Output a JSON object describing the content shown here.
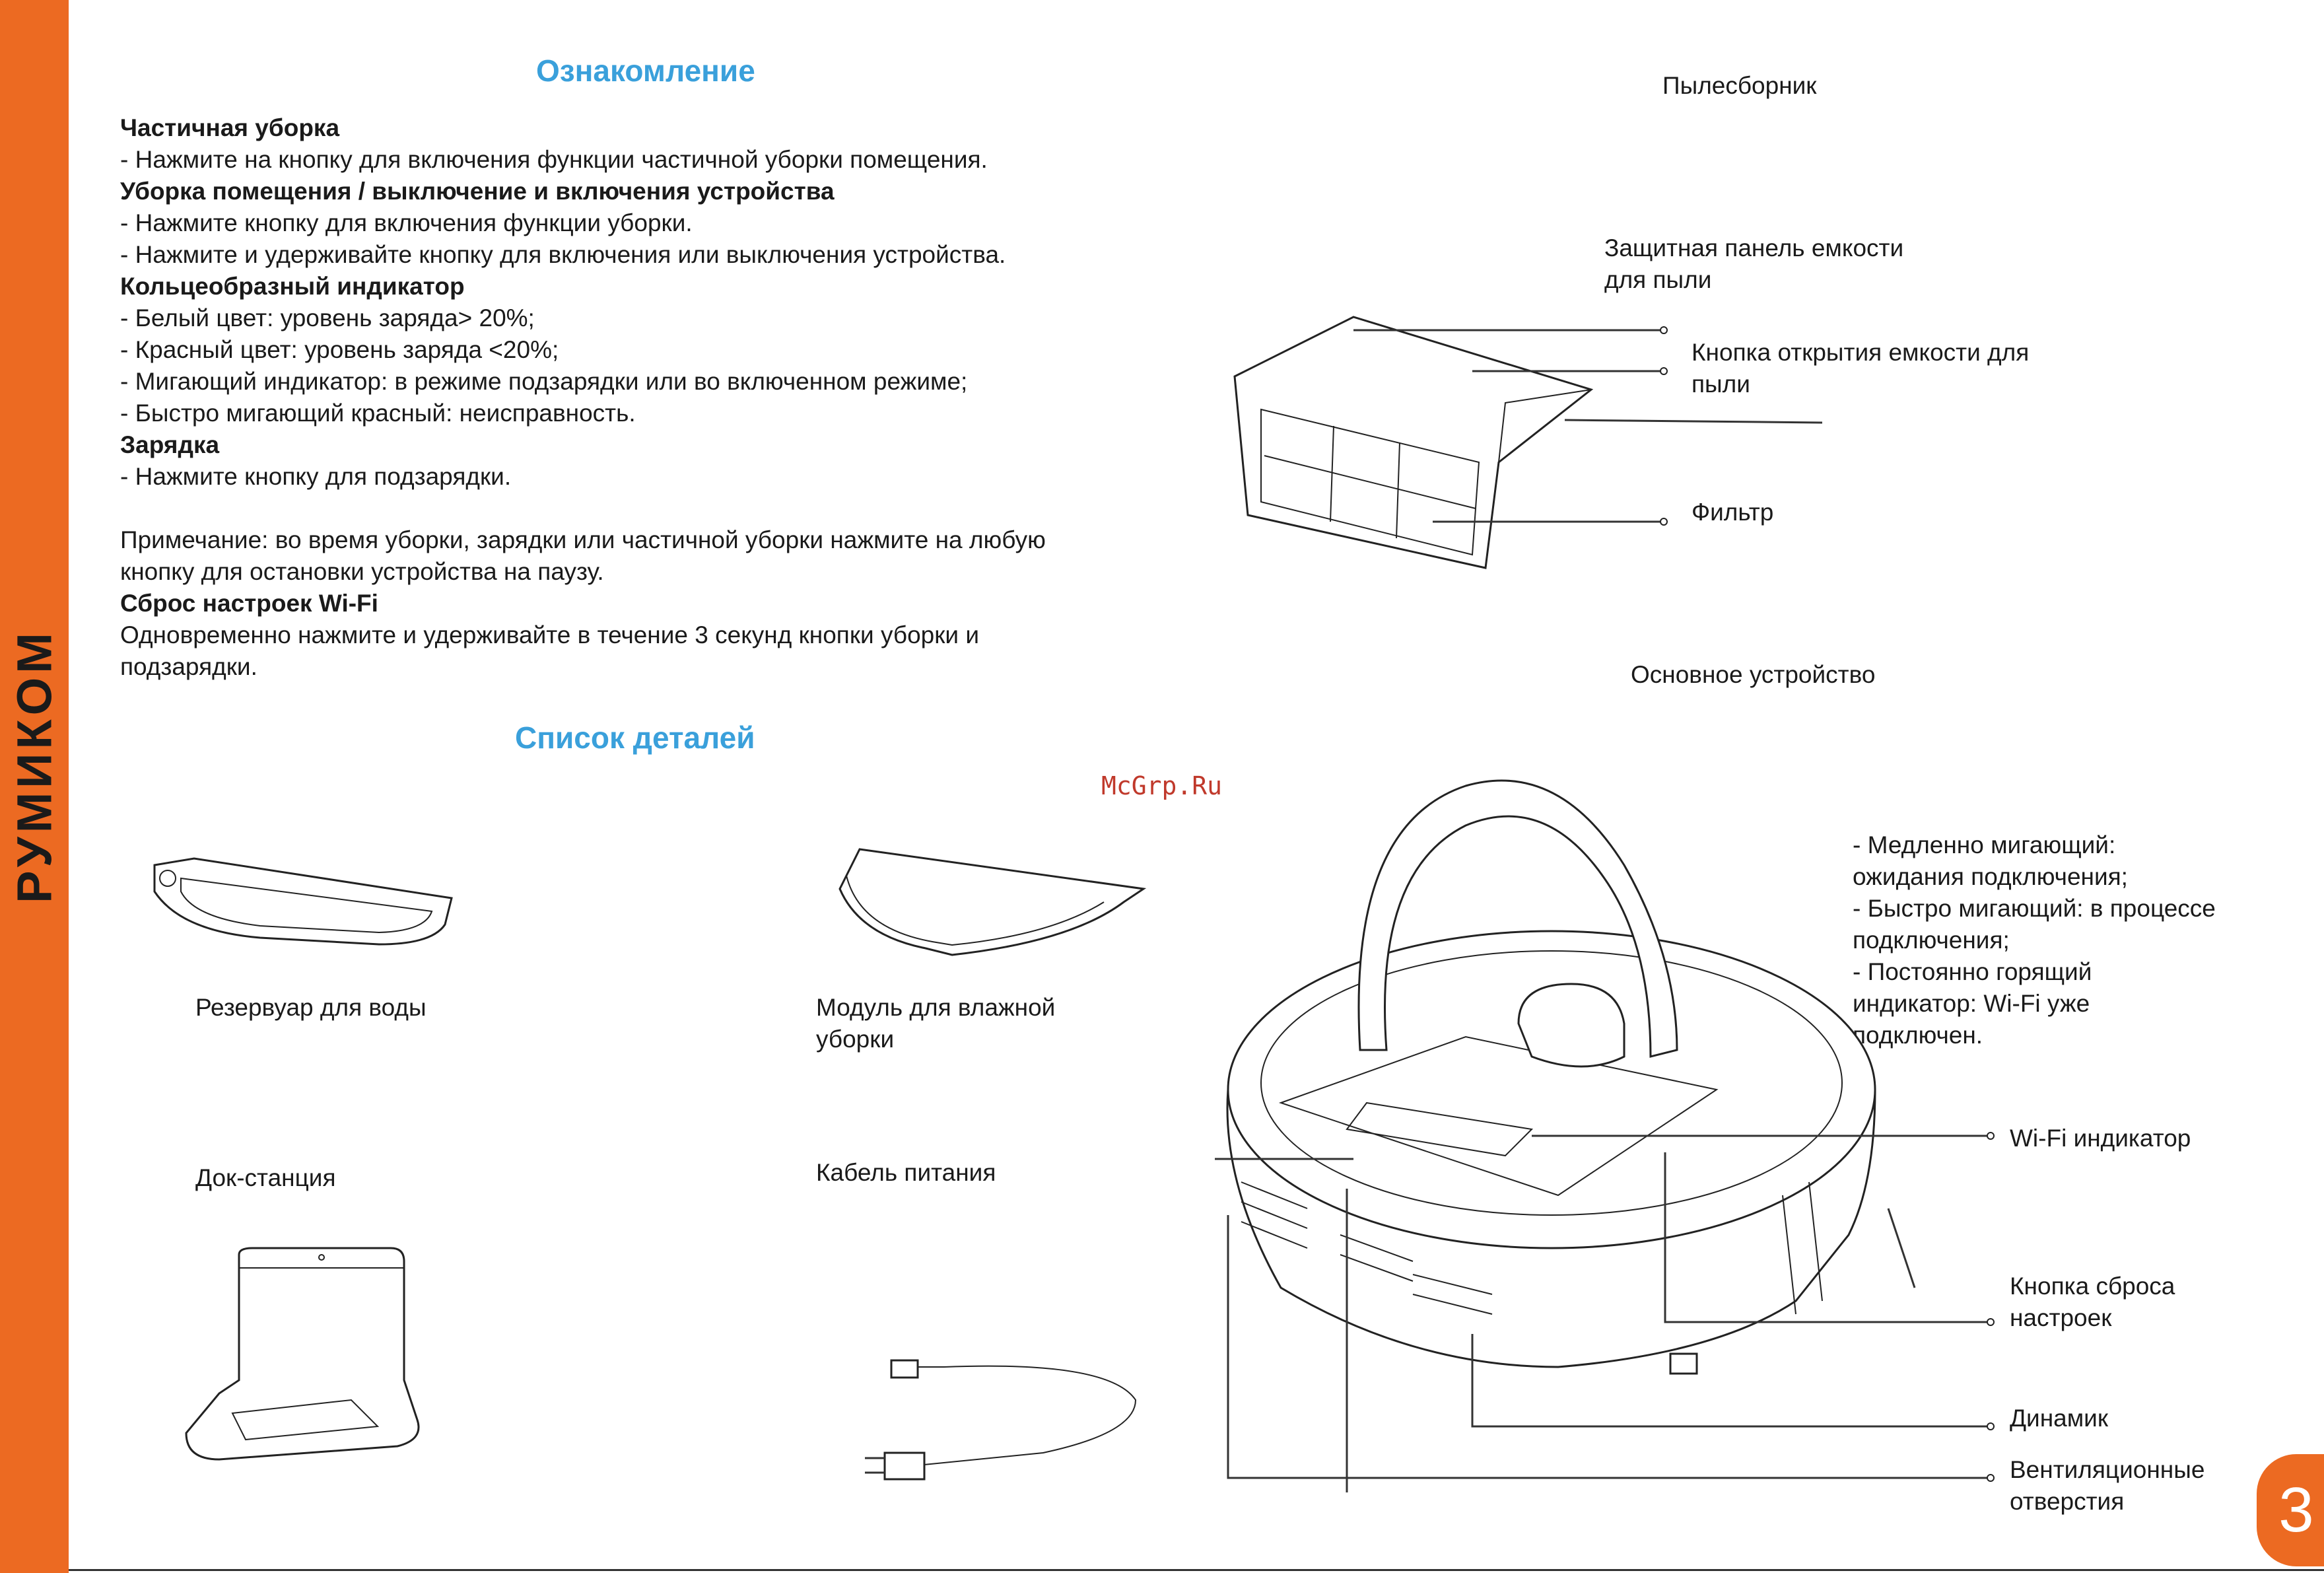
{
  "sidebar": {
    "brand": "РУМИКОМ",
    "color": "#ec6a22"
  },
  "page_number": "3",
  "watermark": "McGrp.Ru",
  "intro": {
    "title": "Ознакомление",
    "lines": [
      "Частичная уборка",
      "- Нажмите на кнопку для включения функции частичной уборки помещения.",
      "Уборка помещения / выключение и включения устройства",
      "- Нажмите кнопку для включения функции уборки.",
      "- Нажмите и удерживайте кнопку для включения или выключения устройства.",
      "Кольцеобразный индикатор",
      "- Белый цвет: уровень заряда> 20%;",
      "- Красный цвет: уровень заряда <20%;",
      "- Мигающий индикатор: в режиме подзарядки или во включенном режиме;",
      "- Быстро мигающий красный: неисправность.",
      "Зарядка",
      "- Нажмите кнопку для подзарядки.",
      "Примечание: во время уборки, зарядки или частичной уборки нажмите на любую",
      "кнопку для остановки устройства на паузу.",
      "Сброс настроек Wi-Fi",
      "Одновременно нажмите и удерживайте в течение 3 секунд кнопки уборки и",
      "подзарядки."
    ]
  },
  "parts": {
    "title": "Список деталей",
    "water_tank": "Резервуар для воды",
    "mop_module": [
      "Модуль для влажной",
      "уборки"
    ],
    "dock": "Док-станция",
    "cable": "Кабель питания"
  },
  "dustbin": {
    "title": "Пылесборник",
    "protective_panel": [
      "Защитная панель емкости",
      "для пыли"
    ],
    "open_button": [
      "Кнопка открытия емкости для",
      "пыли"
    ],
    "filter": "Фильтр"
  },
  "main_device": {
    "title": "Основное устройство",
    "wifi_states": [
      "- Медленно мигающий:",
      "ожидания подключения;",
      "- Быстро мигающий: в процессе",
      "подключения;",
      "- Постоянно горящий",
      "индикатор: Wi-Fi уже",
      "подключен."
    ],
    "wifi_indicator": "Wi-Fi индикатор",
    "reset_button": [
      "Кнопка сброса",
      "настроек"
    ],
    "speaker": "Динамик",
    "vents": [
      "Вентиляционные",
      "отверстия"
    ]
  }
}
